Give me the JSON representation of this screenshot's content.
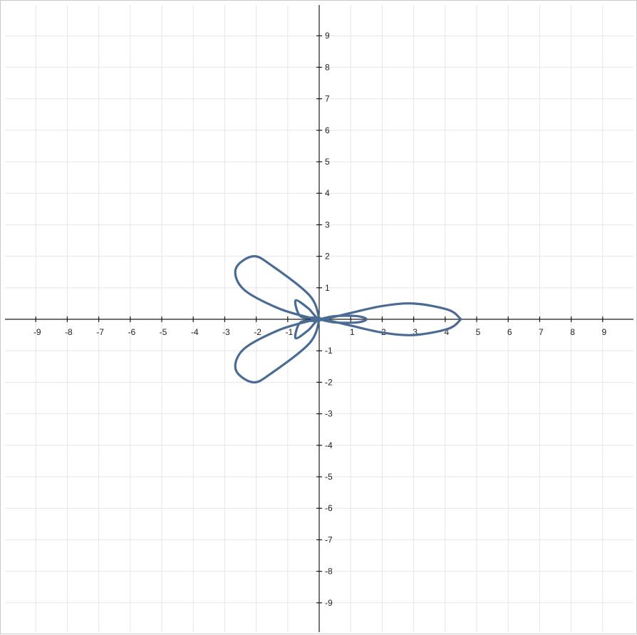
{
  "chart_data": {
    "type": "line",
    "title": "",
    "xlabel": "",
    "ylabel": "",
    "xlim": [
      -10,
      10
    ],
    "ylim": [
      -10,
      10
    ],
    "grid": true,
    "x_ticks": [
      "-9",
      "-8",
      "-7",
      "-6",
      "-5",
      "-4",
      "-3",
      "-2",
      "-1",
      "1",
      "2",
      "3",
      "4",
      "5",
      "6",
      "7",
      "8",
      "9"
    ],
    "y_ticks": [
      "9",
      "8",
      "7",
      "6",
      "5",
      "4",
      "3",
      "2",
      "1",
      "-1",
      "-2",
      "-3",
      "-4",
      "-5",
      "-6",
      "-7",
      "-8",
      "-9"
    ],
    "series": [
      {
        "color": "#4a6b94",
        "points": [
          [
            4.5,
            0
          ],
          [
            4.1,
            0.3
          ],
          [
            3.0,
            0.5
          ],
          [
            2.0,
            0.42
          ],
          [
            1.0,
            0.2
          ],
          [
            0.4,
            0.06
          ],
          [
            0,
            0
          ],
          [
            -0.35,
            0.35
          ],
          [
            -0.75,
            0.6
          ],
          [
            -0.6,
            0.1
          ],
          [
            -0.1,
            0.05
          ],
          [
            0,
            0
          ],
          [
            -0.3,
            0.75
          ],
          [
            -1.5,
            1.7
          ],
          [
            -2.1,
            2.0
          ],
          [
            -2.65,
            1.6
          ],
          [
            -2.4,
            0.95
          ],
          [
            -1.3,
            0.35
          ],
          [
            -0.3,
            0.05
          ],
          [
            0,
            0
          ],
          [
            -0.3,
            -0.05
          ],
          [
            -1.3,
            -0.35
          ],
          [
            -2.4,
            -0.95
          ],
          [
            -2.65,
            -1.6
          ],
          [
            -2.1,
            -2.0
          ],
          [
            -1.5,
            -1.7
          ],
          [
            -0.3,
            -0.75
          ],
          [
            0,
            0
          ],
          [
            -0.1,
            -0.05
          ],
          [
            -0.6,
            -0.1
          ],
          [
            -0.75,
            -0.6
          ],
          [
            -0.35,
            -0.35
          ],
          [
            0,
            0
          ],
          [
            0.4,
            -0.06
          ],
          [
            1.0,
            -0.2
          ],
          [
            2.0,
            -0.42
          ],
          [
            3.0,
            -0.5
          ],
          [
            4.1,
            -0.3
          ],
          [
            4.5,
            0
          ]
        ]
      },
      {
        "color": "#4a6b94",
        "points": [
          [
            0,
            0
          ],
          [
            0.5,
            0.1
          ],
          [
            1.2,
            0.1
          ],
          [
            1.5,
            0
          ],
          [
            1.2,
            -0.1
          ],
          [
            0.5,
            -0.1
          ],
          [
            0,
            0
          ]
        ]
      }
    ]
  }
}
